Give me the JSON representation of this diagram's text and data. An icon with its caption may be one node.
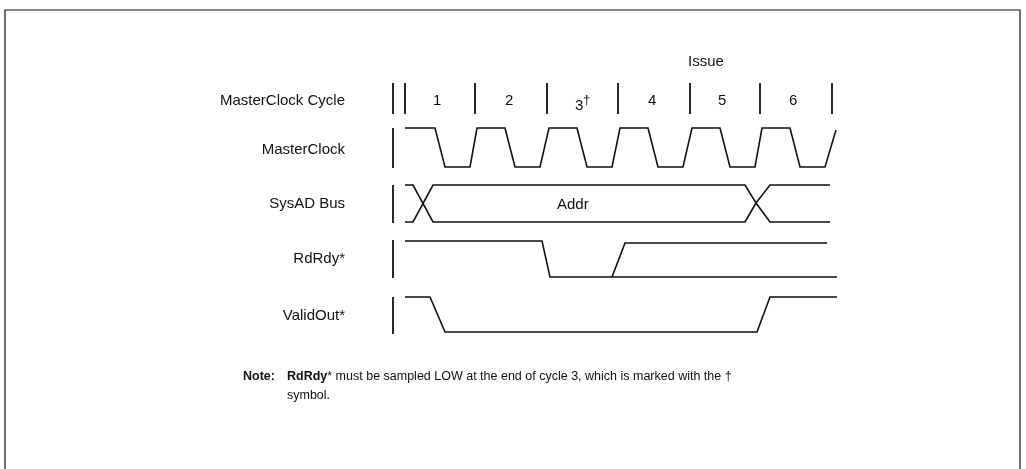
{
  "diagram": {
    "labels": [
      "Issue",
      "MasterClock Cycle",
      "1",
      "2",
      "3$^{†}$",
      "4",
      "5",
      "6",
      "MasterClock",
      "SysAD Bus",
      "Addr",
      "RdRdy*",
      "ValidOut*",
      "Note:",
      "**RdRdy*** must be sampled LOW at the end of cycle 3, which is marked with the † symbol."
    ]
  }
}
